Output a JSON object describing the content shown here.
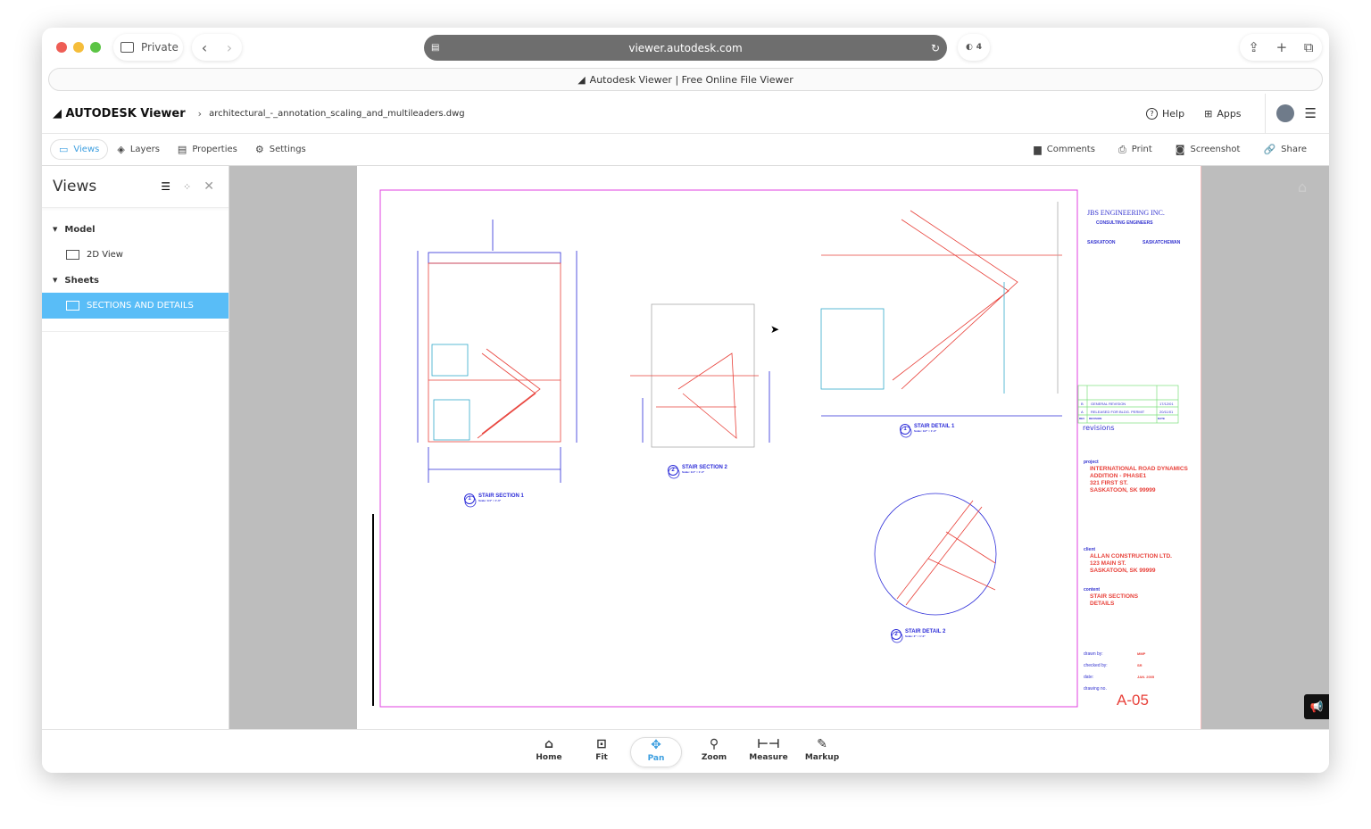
{
  "browser": {
    "private_label": "Private",
    "url": "viewer.autodesk.com",
    "shield_count": "4",
    "tab_title": "Autodesk Viewer | Free Online File Viewer"
  },
  "header": {
    "brand": "AUTODESK Viewer",
    "file_name": "architectural_-_annotation_scaling_and_multileaders.dwg",
    "help": "Help",
    "apps": "Apps"
  },
  "toolbar": {
    "left": [
      {
        "label": "Views",
        "icon": "monitor-icon",
        "active": true
      },
      {
        "label": "Layers",
        "icon": "layers-icon"
      },
      {
        "label": "Properties",
        "icon": "document-icon"
      },
      {
        "label": "Settings",
        "icon": "gear-icon"
      }
    ],
    "right": [
      {
        "label": "Comments",
        "icon": "comment-icon"
      },
      {
        "label": "Print",
        "icon": "printer-icon"
      },
      {
        "label": "Screenshot",
        "icon": "camera-icon"
      },
      {
        "label": "Share",
        "icon": "link-icon"
      }
    ]
  },
  "sidebar": {
    "title": "Views",
    "groups": [
      {
        "label": "Model",
        "items": [
          {
            "label": "2D View",
            "selected": false
          }
        ]
      },
      {
        "label": "Sheets",
        "items": [
          {
            "label": "SECTIONS AND DETAILS",
            "selected": true
          }
        ]
      }
    ]
  },
  "bottom_toolbar": [
    {
      "label": "Home",
      "icon": "home-icon"
    },
    {
      "label": "Fit",
      "icon": "fit-icon"
    },
    {
      "label": "Pan",
      "icon": "pan-icon",
      "active": true
    },
    {
      "label": "Zoom",
      "icon": "zoom-icon"
    },
    {
      "label": "Measure",
      "icon": "measure-icon"
    },
    {
      "label": "Markup",
      "icon": "markup-icon"
    }
  ],
  "drawing": {
    "details": [
      {
        "num": "1",
        "title": "STAIR SECTION 1",
        "scale": "Scale: 1/4\" = 1'-0\""
      },
      {
        "num": "2",
        "title": "STAIR SECTION 2",
        "scale": "Scale: 1/4\" = 1'-0\""
      },
      {
        "num": "1",
        "title": "STAIR DETAIL 1",
        "scale": "Scale: 1/2\" = 1'-0\""
      },
      {
        "num": "2",
        "title": "STAIR DETAIL 2",
        "scale": "Scale: 3\" = 1'-0\""
      }
    ],
    "title_block": {
      "company": "JBS  ENGINEERING  INC.",
      "subtitle": "CONSULTING  ENGINEERS",
      "city": "SASKATOON",
      "province": "SASKATCHEWAN",
      "revisions": [
        {
          "rev": "B",
          "desc": "GENERAL REVISION",
          "date": "17/12/01"
        },
        {
          "rev": "A",
          "desc": "RELEASED FOR BLDG. PERMIT",
          "date": "20/11/01"
        }
      ],
      "rev_header": {
        "rev": "REV",
        "desc": "REVISION",
        "date": "DATE"
      },
      "revisions_label": "revisions",
      "project_label": "project",
      "project": [
        "INTERNATIONAL ROAD DYNAMICS",
        "ADDITION - PHASE1",
        "321 FIRST ST.",
        "SASKATOON,  SK  99999"
      ],
      "client_label": "client",
      "client": [
        "ALLAN CONSTRUCTION LTD.",
        "123 MAIN ST.",
        "SASKATOON,  SK  99999"
      ],
      "content_label": "content",
      "content": [
        "STAIR SECTIONS",
        "DETAILS"
      ],
      "drawn_by_label": "drawn  by:",
      "drawn_by": "MMP",
      "checked_by_label": "checked  by:",
      "checked_by": "SR",
      "date_label": "date:",
      "date": "JAN. 2005",
      "drawing_no_label": "drawing  no.",
      "drawing_no": "A-05"
    }
  },
  "colors": {
    "accent": "#3d9fe0",
    "selected_bg": "#59bdf7",
    "sheet_border": "#e040e0",
    "stair_red": "#e8413a",
    "annot_blue": "#2b2bd8"
  }
}
